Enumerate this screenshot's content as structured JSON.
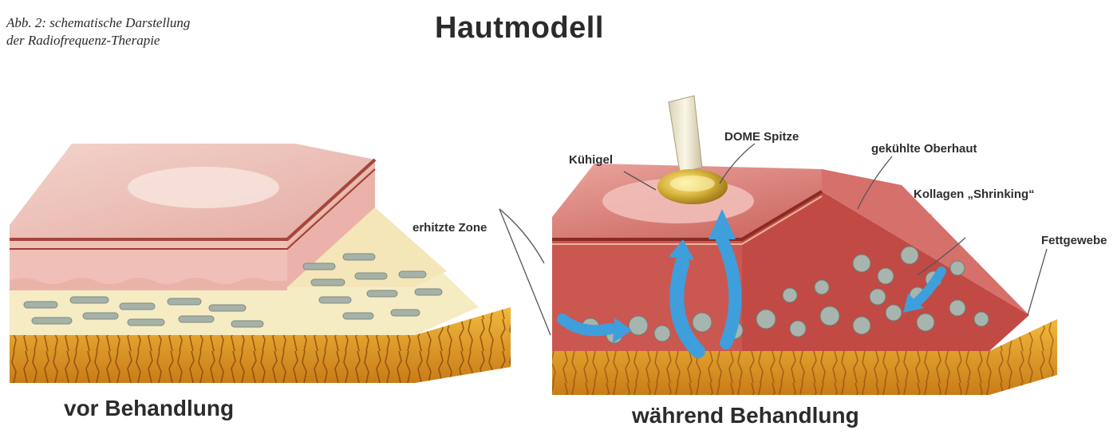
{
  "caption": {
    "line1": "Abb. 2: schematische Darstellung",
    "line2": "der Radiofrequenz-Therapie"
  },
  "title": "Hautmodell",
  "subtitles": {
    "before": "vor Behandlung",
    "during": "während Behandlung"
  },
  "labels": {
    "dome_tip": "DOME Spitze",
    "cooling_gel": "Kühigel",
    "cooled_epidermis": "gekühlte Oberhaut",
    "collagen": "Kollagen „Shrinking“",
    "heated_zone": "erhitzte Zone",
    "fat_tissue": "Fettgewebe"
  },
  "colors": {
    "epidermis": "#eab8b0",
    "dermis_left": "#f2c6bd",
    "dermis_right": "#c8524a",
    "fat": "#e7a22a",
    "arrow": "#3e9fdc",
    "collagen": "#a6b2a8"
  }
}
